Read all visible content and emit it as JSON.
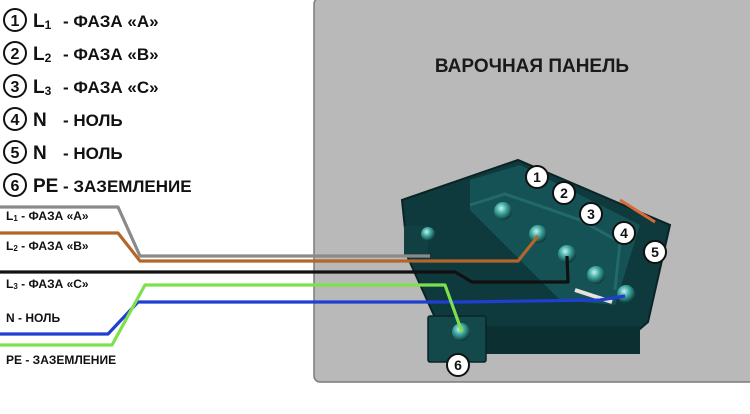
{
  "panel": {
    "title": "ВАРОЧНАЯ ПАНЕЛЬ",
    "background": "#b9b9b9"
  },
  "legend": [
    {
      "num": "1",
      "code": "L",
      "sub": "1",
      "desc": "- ФАЗА «А»"
    },
    {
      "num": "2",
      "code": "L",
      "sub": "2",
      "desc": "- ФАЗА «В»"
    },
    {
      "num": "3",
      "code": "L",
      "sub": "3",
      "desc": "- ФАЗА «С»"
    },
    {
      "num": "4",
      "code": "N",
      "sub": "",
      "desc": "- НОЛЬ"
    },
    {
      "num": "5",
      "code": "N",
      "sub": "",
      "desc": "- НОЛЬ"
    },
    {
      "num": "6",
      "code": "PE",
      "sub": "",
      "desc": "- ЗАЗЕМЛЕНИЕ"
    }
  ],
  "wires": [
    {
      "label_main": "L",
      "label_sub": "1",
      "label_rest": " - ФАЗА «А»",
      "color": "#8a8a8a"
    },
    {
      "label_main": "L",
      "label_sub": "2",
      "label_rest": " - ФАЗА «В»",
      "color": "#b5652a"
    },
    {
      "label_main": "L",
      "label_sub": "3",
      "label_rest": " - ФАЗА «С»",
      "color": "#111111"
    },
    {
      "label_main": "N - НОЛЬ",
      "label_sub": "",
      "label_rest": "",
      "color": "#1f3fd1"
    },
    {
      "label_main": "PE - ЗАЗЕМЛЕНИЕ",
      "label_sub": "",
      "label_rest": "",
      "color": "#7ee04a"
    }
  ],
  "terminals": [
    "1",
    "2",
    "3",
    "4",
    "5",
    "6"
  ]
}
